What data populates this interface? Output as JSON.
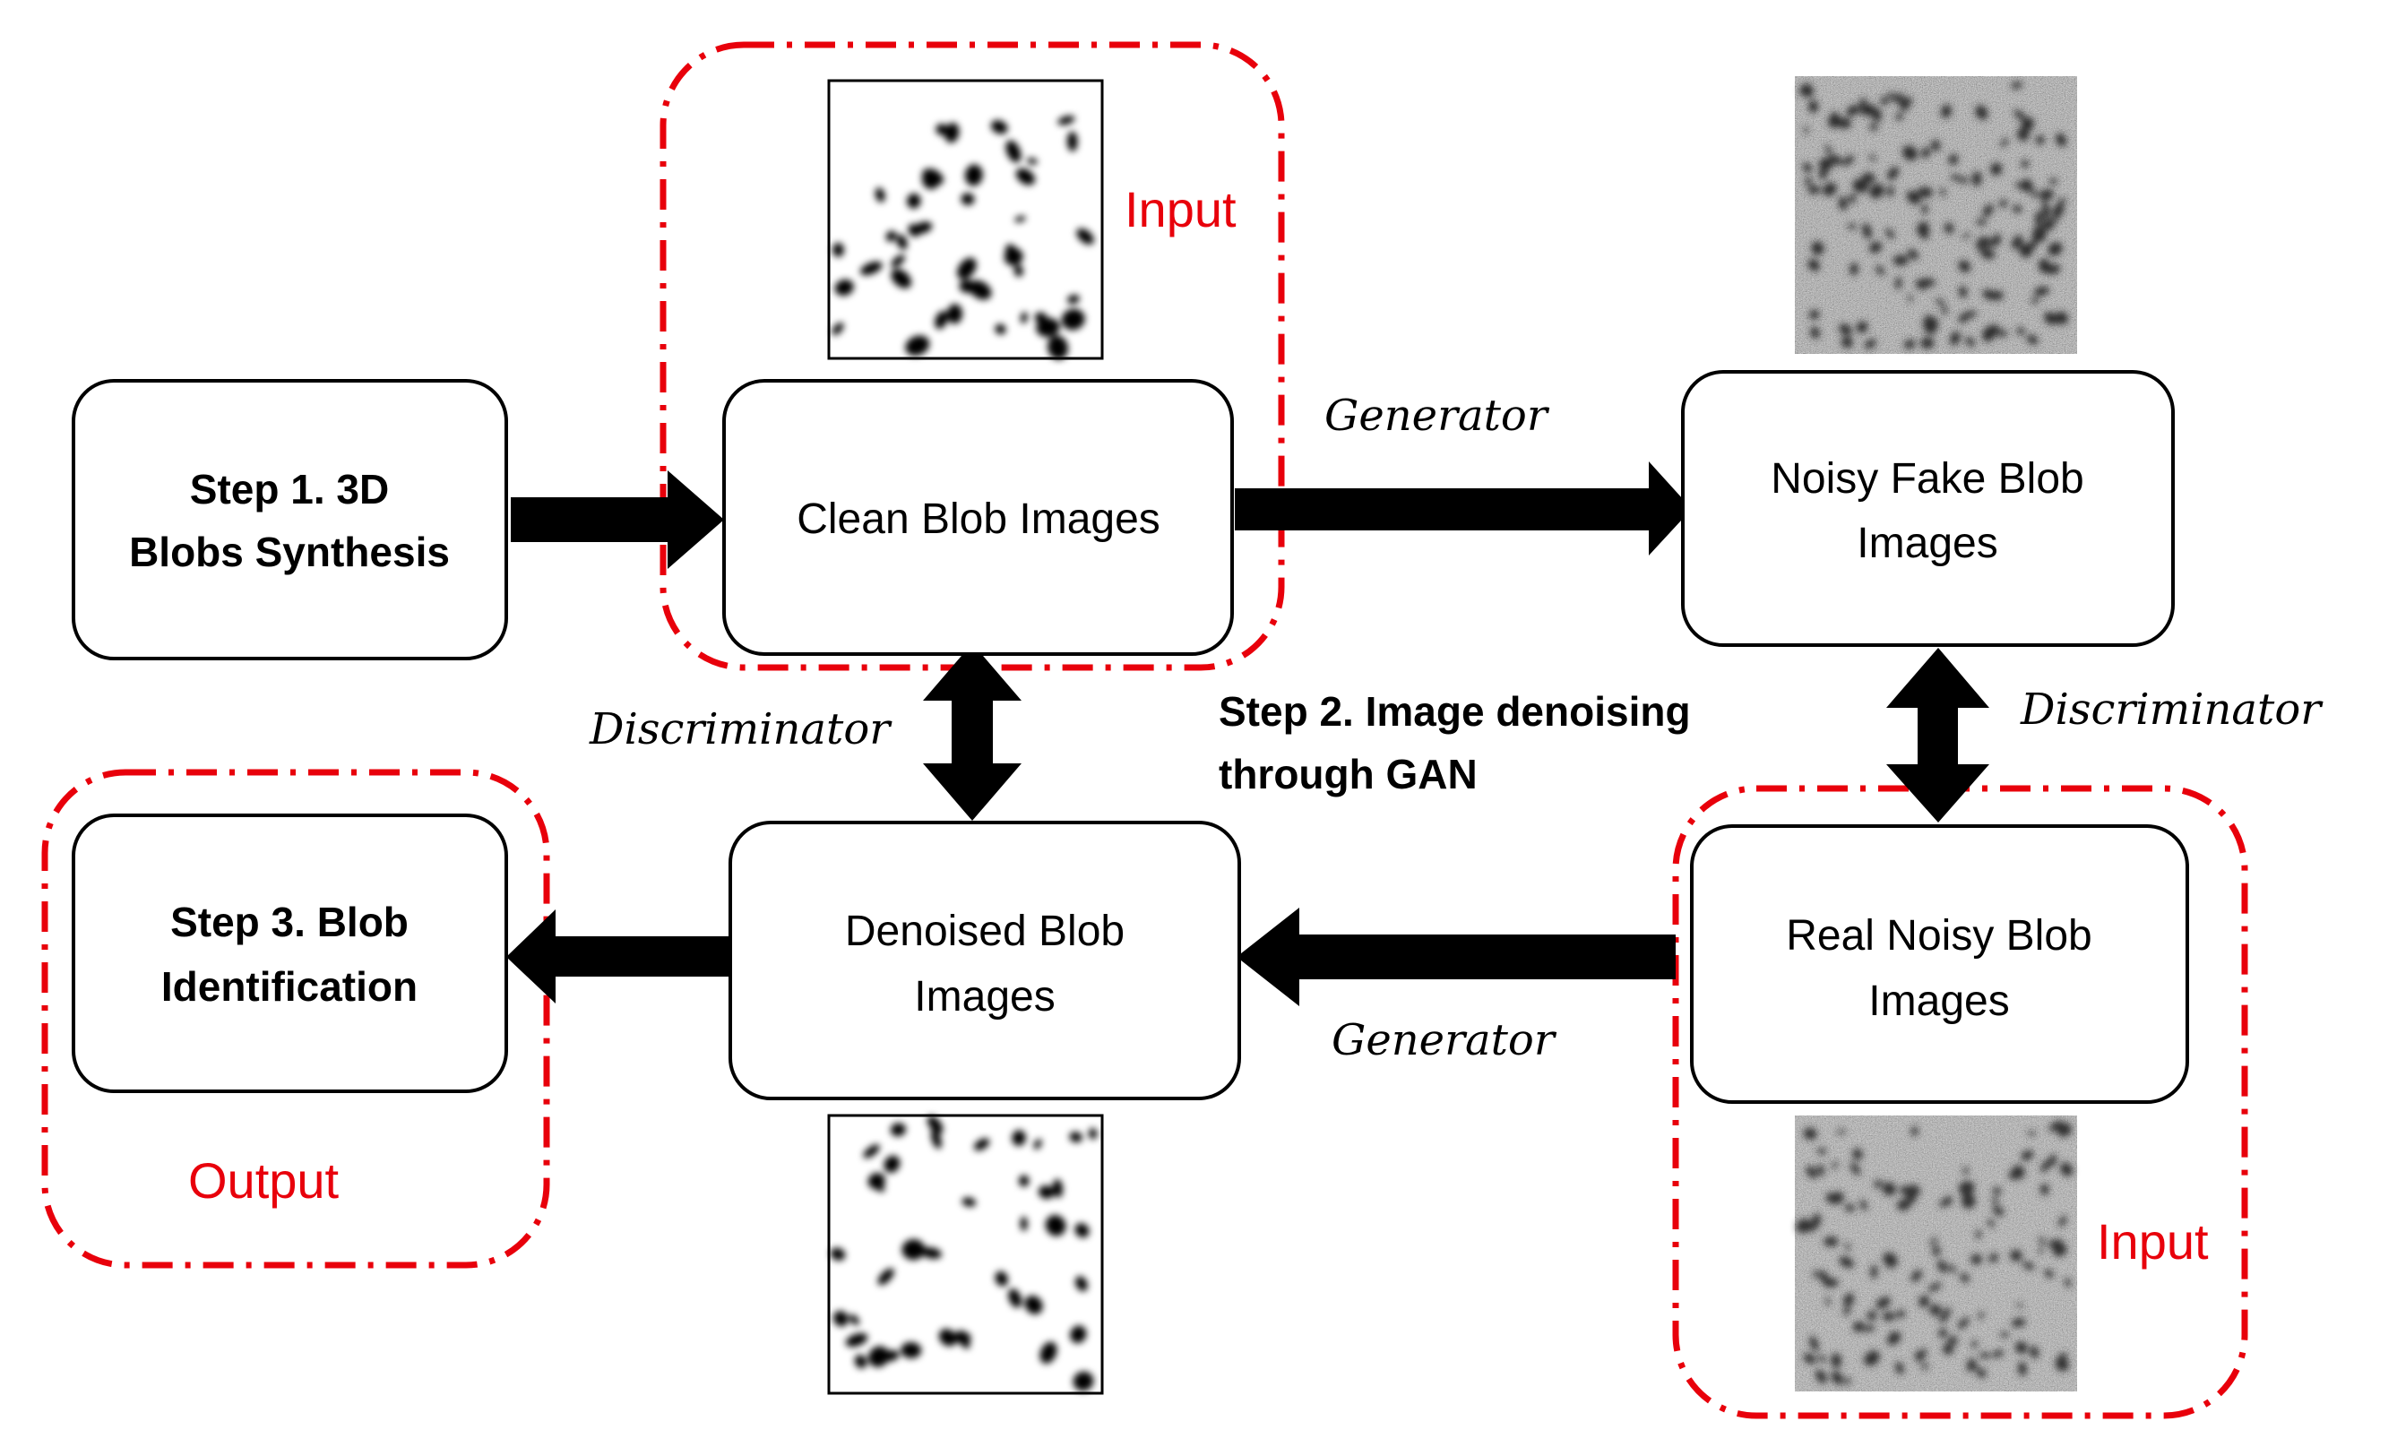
{
  "nodes": {
    "step1": {
      "line1": "Step 1. 3D",
      "line2": "Blobs Synthesis"
    },
    "clean": {
      "line1": "Clean Blob Images"
    },
    "noisy_fake": {
      "line1": "Noisy Fake Blob",
      "line2": "Images"
    },
    "real_noisy": {
      "line1": "Real Noisy Blob",
      "line2": "Images"
    },
    "denoised": {
      "line1": "Denoised Blob",
      "line2": "Images"
    },
    "step3": {
      "line1": "Step 3. Blob",
      "line2": "Identification"
    }
  },
  "edge_labels": {
    "generator_top": "Generator",
    "generator_bottom": "Generator",
    "discriminator_left": "Discriminator",
    "discriminator_right": "Discriminator"
  },
  "step2": {
    "line1": "Step 2. Image denoising",
    "line2": "through GAN"
  },
  "group_labels": {
    "input_top": "Input",
    "input_bottom": "Input",
    "output": "Output"
  },
  "colors": {
    "accent_red": "#e8000b",
    "stroke": "#000000",
    "noisy_gray": "#8a8a8a"
  }
}
